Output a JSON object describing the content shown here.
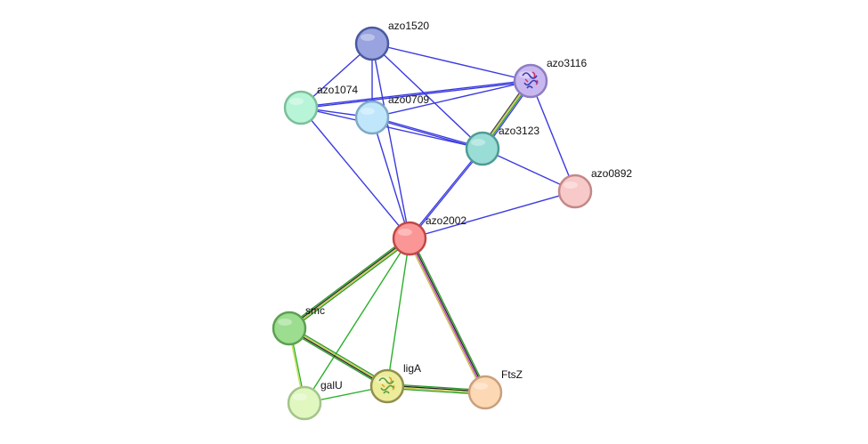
{
  "graph": {
    "nodes": [
      {
        "id": "azo1520",
        "label": "azo1520",
        "fill": "#98a3e0",
        "stroke": "#4a5aa0"
      },
      {
        "id": "azo3116",
        "label": "azo3116",
        "fill": "#c9b8f0",
        "stroke": "#8e7cc3",
        "icon": "protein-structure-icon"
      },
      {
        "id": "azo1074",
        "label": "azo1074",
        "fill": "#b8f5d8",
        "stroke": "#7cbf99"
      },
      {
        "id": "azo0709",
        "label": "azo0709",
        "fill": "#bfe6fa",
        "stroke": "#7fa9c7"
      },
      {
        "id": "azo3123",
        "label": "azo3123",
        "fill": "#99ddd6",
        "stroke": "#4e9c94"
      },
      {
        "id": "azo0892",
        "label": "azo0892",
        "fill": "#f7c9c9",
        "stroke": "#c48888"
      },
      {
        "id": "azo2002",
        "label": "azo2002",
        "fill": "#fb9696",
        "stroke": "#c04848"
      },
      {
        "id": "smc",
        "label": "smc",
        "fill": "#9cdd8f",
        "stroke": "#5ca052"
      },
      {
        "id": "galU",
        "label": "galU",
        "fill": "#e0f7c0",
        "stroke": "#a4c48a"
      },
      {
        "id": "ligA",
        "label": "ligA",
        "fill": "#ecec9a",
        "stroke": "#8f8f4e",
        "icon": "protein-structure-icon"
      },
      {
        "id": "FtsZ",
        "label": "FtsZ",
        "fill": "#fcd8b4",
        "stroke": "#c8a07c"
      }
    ],
    "edges": [
      {
        "source": "azo1520",
        "target": "azo1074",
        "colors": [
          "#3a3ae0"
        ]
      },
      {
        "source": "azo1520",
        "target": "azo0709",
        "colors": [
          "#3a3ae0"
        ]
      },
      {
        "source": "azo1520",
        "target": "azo3116",
        "colors": [
          "#3a3ae0"
        ]
      },
      {
        "source": "azo1520",
        "target": "azo3123",
        "colors": [
          "#3a3ae0"
        ]
      },
      {
        "source": "azo1520",
        "target": "azo2002",
        "colors": [
          "#3a3ae0"
        ]
      },
      {
        "source": "azo1074",
        "target": "azo0709",
        "colors": [
          "#3a3ae0"
        ]
      },
      {
        "source": "azo1074",
        "target": "azo3116",
        "colors": [
          "#3a3ae0",
          "#3a3ae0"
        ]
      },
      {
        "source": "azo1074",
        "target": "azo3123",
        "colors": [
          "#3a3ae0"
        ]
      },
      {
        "source": "azo1074",
        "target": "azo2002",
        "colors": [
          "#3a3ae0"
        ]
      },
      {
        "source": "azo0709",
        "target": "azo3116",
        "colors": [
          "#3a3ae0"
        ]
      },
      {
        "source": "azo0709",
        "target": "azo3123",
        "colors": [
          "#3a3ae0",
          "#3a3ae0"
        ]
      },
      {
        "source": "azo0709",
        "target": "azo2002",
        "colors": [
          "#3a3ae0"
        ]
      },
      {
        "source": "azo3116",
        "target": "azo3123",
        "colors": [
          "#3a3ae0",
          "#2a9a2a",
          "#c8c83a",
          "#444444"
        ]
      },
      {
        "source": "azo3116",
        "target": "azo0892",
        "colors": [
          "#3a3ae0"
        ]
      },
      {
        "source": "azo3123",
        "target": "azo0892",
        "colors": [
          "#3a3ae0"
        ]
      },
      {
        "source": "azo3123",
        "target": "azo2002",
        "colors": [
          "#3a3ae0",
          "#3a3ae0"
        ]
      },
      {
        "source": "azo0892",
        "target": "azo2002",
        "colors": [
          "#3a3ae0"
        ]
      },
      {
        "source": "azo2002",
        "target": "smc",
        "colors": [
          "#2a9a2a",
          "#c8c83a",
          "#222222",
          "#2a9a2a"
        ]
      },
      {
        "source": "azo2002",
        "target": "ligA",
        "colors": [
          "#2ab02a"
        ]
      },
      {
        "source": "azo2002",
        "target": "galU",
        "colors": [
          "#2ab02a"
        ]
      },
      {
        "source": "azo2002",
        "target": "FtsZ",
        "colors": [
          "#2a9a2a",
          "#222222",
          "#c03ac0",
          "#c8c83a"
        ]
      },
      {
        "source": "smc",
        "target": "galU",
        "colors": [
          "#2ab02a",
          "#c8e04a"
        ]
      },
      {
        "source": "smc",
        "target": "ligA",
        "colors": [
          "#2a9a2a",
          "#c8c83a",
          "#222222",
          "#2a9a2a"
        ]
      },
      {
        "source": "galU",
        "target": "ligA",
        "colors": [
          "#2ab02a"
        ]
      },
      {
        "source": "ligA",
        "target": "FtsZ",
        "colors": [
          "#2a9a2a",
          "#222222",
          "#c8c83a",
          "#2a9a2a"
        ]
      }
    ]
  }
}
